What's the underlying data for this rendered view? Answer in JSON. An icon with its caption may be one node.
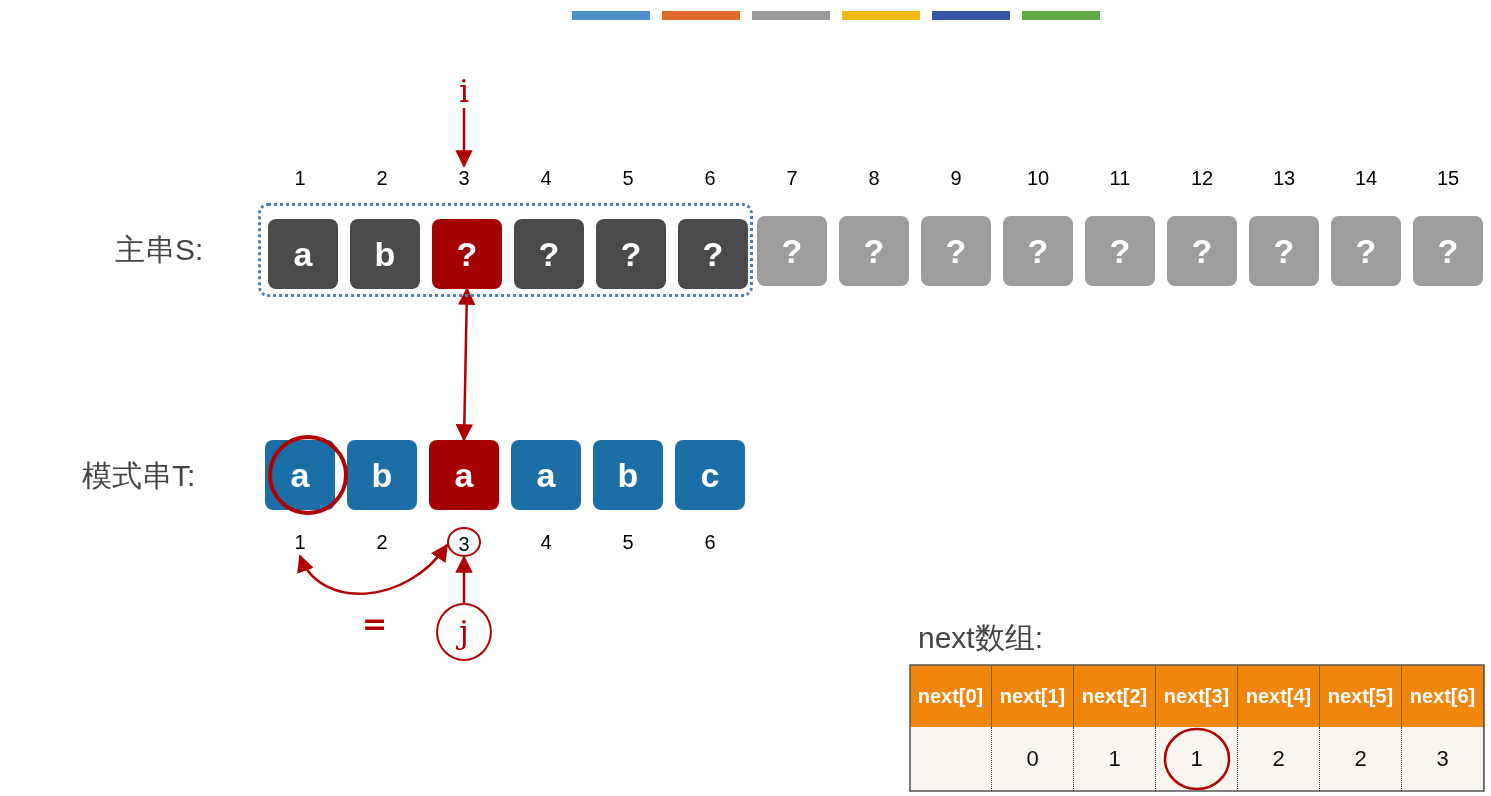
{
  "diagram": {
    "nodes": [
      {
        "text": [
          "i"
        ]
      },
      {
        "text": [
          "3"
        ]
      },
      {
        "text": [],
        "shape": "box"
      },
      {
        "text": [
          "a"
        ],
        "in": 2
      },
      {
        "text": [
          "b"
        ],
        "in": 2
      },
      {
        "text": [
          "?"
        ],
        "in": 2
      },
      {
        "text": [
          "?"
        ],
        "in": 2
      },
      {
        "text": [
          "?"
        ],
        "in": 2
      },
      {
        "text": [
          "?"
        ],
        "in": 2
      },
      {
        "text": [
          "?"
        ]
      },
      {
        "text": [
          "?"
        ]
      },
      {
        "text": [
          "?"
        ]
      },
      {
        "text": [
          "?"
        ]
      },
      {
        "text": [
          "?"
        ]
      },
      {
        "text": [
          "?"
        ]
      },
      {
        "text": [
          "?"
        ]
      },
      {
        "text": [
          "?"
        ]
      },
      {
        "text": [
          "?"
        ]
      },
      {
        "text": [
          "a"
        ]
      },
      {
        "text": [
          "b"
        ]
      },
      {
        "text": [
          "a"
        ]
      },
      {
        "text": [
          "a"
        ]
      },
      {
        "text": [
          "b"
        ]
      },
      {
        "text": [
          "c"
        ]
      },
      {
        "text": [
          "1"
        ]
      },
      {
        "text": [
          "3"
        ]
      },
      {
        "text": [
          "j"
        ]
      }
    ],
    "edges": [
      {
        "from": 0,
        "to": 1,
        "arrow": "to"
      },
      {
        "from": 5,
        "to": 20,
        "arrow": "both"
      },
      {
        "from": 26,
        "to": 25,
        "arrow": "to"
      },
      {
        "from": 24,
        "to": 25,
        "arrow": "both"
      }
    ],
    "labels": [
      "1",
      "2",
      "4",
      "5",
      "6",
      "7",
      "8",
      "9",
      "10",
      "11",
      "12",
      "13",
      "14",
      "15",
      "主串S:",
      "模式串T:",
      "2",
      "4",
      "5",
      "6",
      "=",
      "next数组:",
      "next[0]",
      "next[1]",
      "next[2]",
      "next[3]",
      "next[4]",
      "next[5]",
      "next[6]",
      "0",
      "1",
      "1",
      "2",
      "2",
      "3"
    ]
  }
}
